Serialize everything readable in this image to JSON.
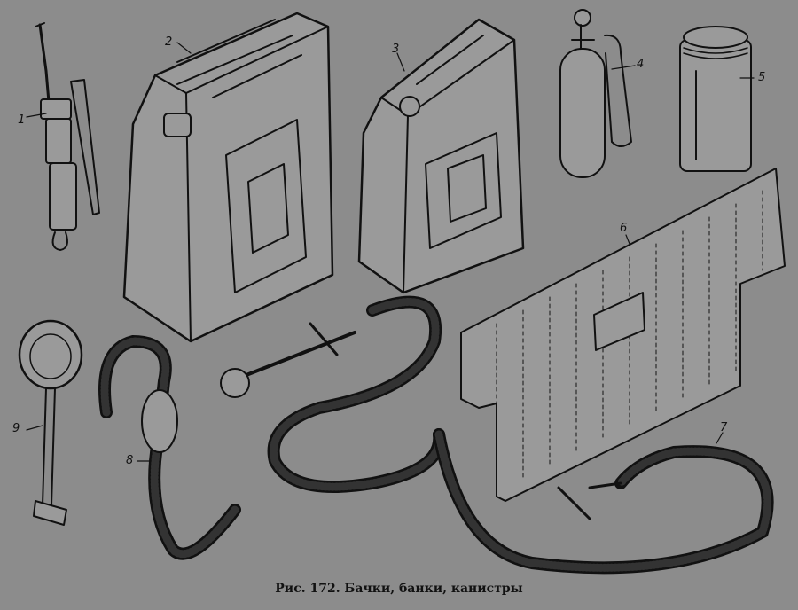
{
  "caption": "Рис. 172. Бачки, банки, канистры",
  "labels": [
    "1",
    "2",
    "3",
    "4",
    "5",
    "6",
    "7",
    "8",
    "9"
  ],
  "colors": {
    "background": "#8c8c8c",
    "ink": "#111111"
  }
}
